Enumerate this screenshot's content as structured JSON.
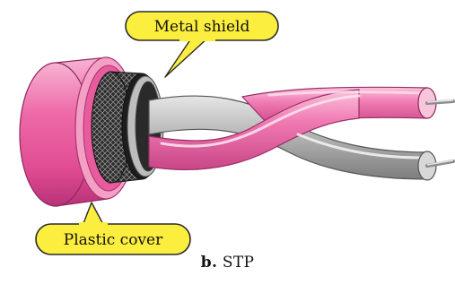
{
  "labels": {
    "metal_shield": "Metal shield",
    "plastic_cover": "Plastic cover"
  },
  "caption": {
    "prefix": "b.",
    "text": "STP"
  },
  "colors": {
    "callout_fill": "#fbee3e",
    "callout_stroke": "#2a2a2a",
    "cover_pink": "#e8559a",
    "cover_pink_light": "#f6a9cc",
    "cover_pink_dark": "#b63278",
    "shield_dark": "#1f1f1f",
    "wire_gray": "#a8a8a8",
    "wire_gray_light": "#d9d9d9",
    "wire_pink": "#f27fb5",
    "conductor": "#c8c8c8"
  }
}
